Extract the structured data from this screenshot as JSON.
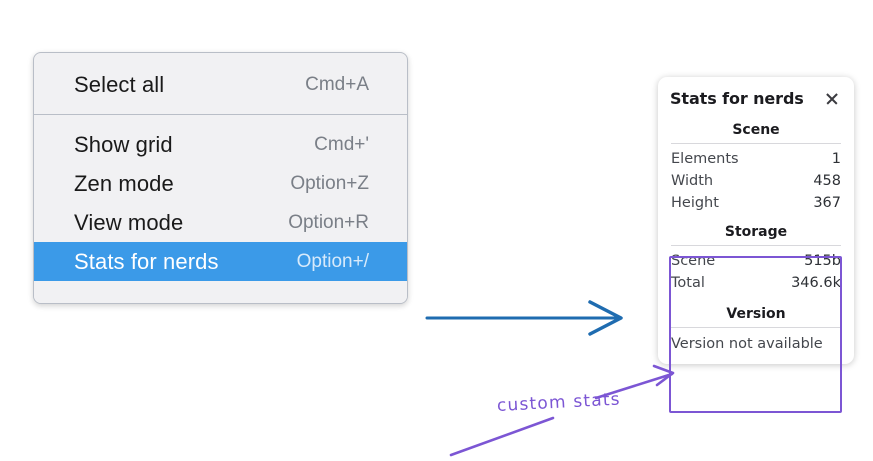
{
  "context_menu": {
    "name": "context-menu",
    "groups": [
      {
        "items": [
          {
            "label": "Select all",
            "shortcut": "Cmd+A",
            "selected": false
          }
        ]
      },
      {
        "items": [
          {
            "label": "Show grid",
            "shortcut": "Cmd+'",
            "selected": false
          },
          {
            "label": "Zen mode",
            "shortcut": "Option+Z",
            "selected": false
          },
          {
            "label": "View mode",
            "shortcut": "Option+R",
            "selected": false
          },
          {
            "label": "Stats for nerds",
            "shortcut": "Option+/",
            "selected": true
          }
        ]
      }
    ]
  },
  "stats_panel": {
    "title": "Stats for nerds",
    "close_icon": "close-icon",
    "sections": [
      {
        "header": "Scene",
        "rows": [
          {
            "key": "Elements",
            "value": "1"
          },
          {
            "key": "Width",
            "value": "458"
          },
          {
            "key": "Height",
            "value": "367"
          }
        ]
      },
      {
        "header": "Storage",
        "rows": [
          {
            "key": "Scene",
            "value": "515b"
          },
          {
            "key": "Total",
            "value": "346.6k"
          }
        ]
      },
      {
        "header": "Version",
        "plain_rows": [
          "Version not available"
        ]
      }
    ]
  },
  "annotations": {
    "handwritten_label": "custom stats",
    "arrow_blue_color": "#1f6cb0",
    "arrow_purple_color": "#7c56d4",
    "highlight_box_color": "#7c56d4"
  },
  "colors": {
    "menu_background": "#f1f1f3",
    "menu_border": "#b9bec7",
    "menu_selected": "#3b9ae8",
    "panel_background": "#ffffff",
    "page_background": "#ffffff"
  }
}
